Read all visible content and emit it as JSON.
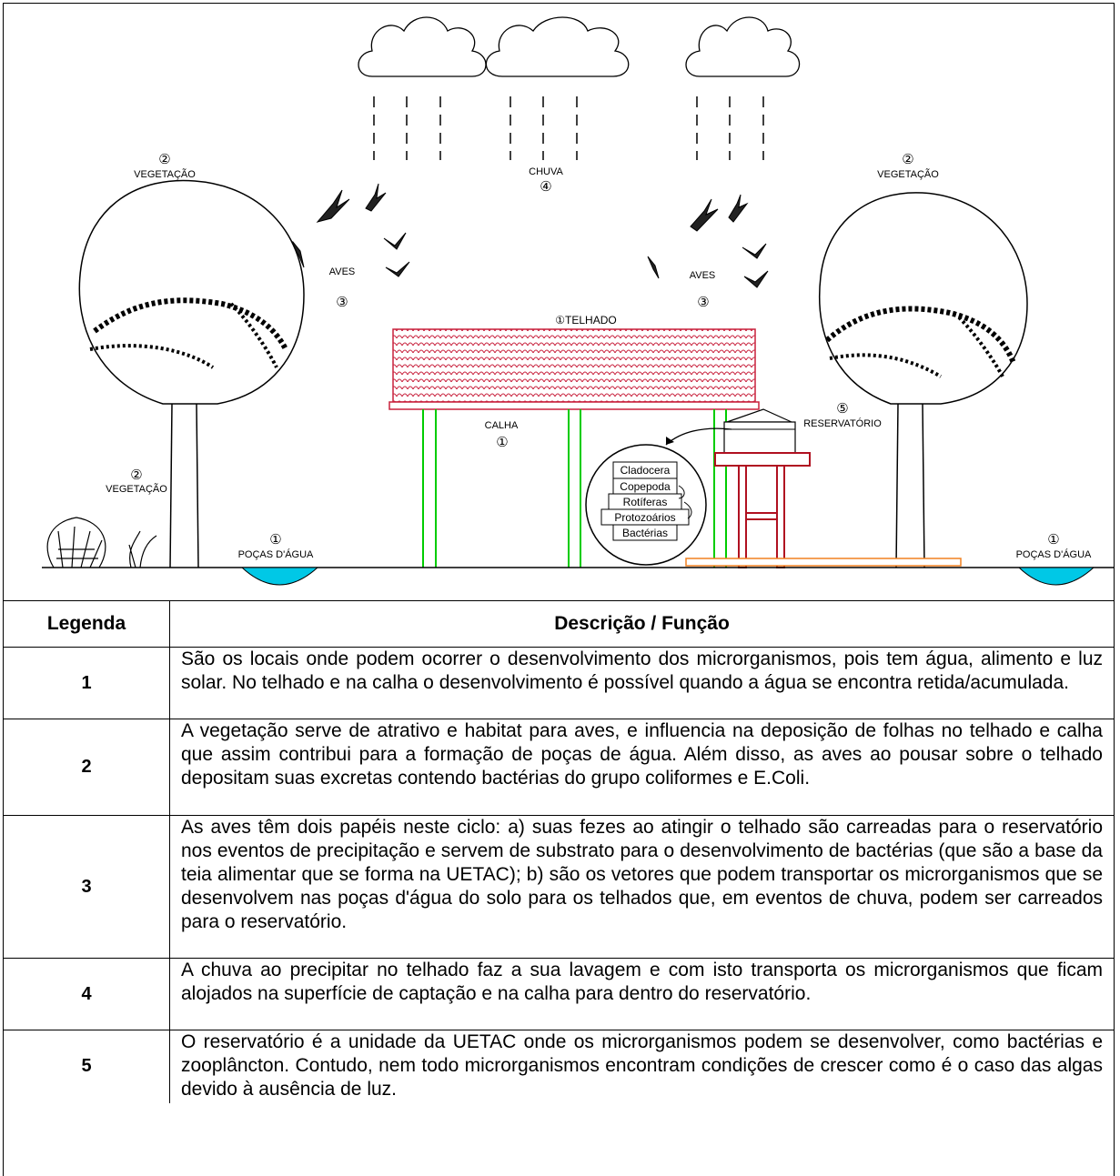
{
  "diagram": {
    "labels": {
      "vegetacao": "VEGETAÇÃO",
      "chuva": "CHUVA",
      "aves": "AVES",
      "telhado": "TELHADO",
      "calha": "CALHA",
      "reservatorio": "RESERVATÓRIO",
      "pocas": "POÇAS D'ÁGUA"
    },
    "markers": {
      "m1": "①",
      "m2": "②",
      "m3": "③",
      "m4": "④",
      "m5": "⑤"
    },
    "micro": [
      "Cladocera",
      "Copepoda",
      "Rotíferas",
      "Protozoários",
      "Bactérias"
    ],
    "colors": {
      "roof": "#c8203c",
      "gutter": "#00cc00",
      "water": "#00c8e6",
      "tower": "#b01020",
      "slab": "#f08020"
    }
  },
  "table": {
    "headers": {
      "legend": "Legenda",
      "desc": "Descrição / Função"
    },
    "rows": [
      {
        "num": "1",
        "text": "São os locais onde podem ocorrer o desenvolvimento dos microrganismos, pois tem água, alimento e luz solar. No telhado e na calha o desenvolvimento é possível quando a água se encontra retida/acumulada."
      },
      {
        "num": "2",
        "text": "A vegetação serve de atrativo e habitat para aves, e influencia na deposição de folhas no telhado e calha que assim contribui para a formação de poças de água. Além disso, as aves ao pousar sobre o telhado depositam suas excretas contendo bactérias do grupo coliformes e E.Coli."
      },
      {
        "num": "3",
        "text": "As aves têm dois papéis neste ciclo: a) suas fezes ao atingir o telhado são carreadas para o reservatório nos eventos de precipitação e servem de substrato para o desenvolvimento de bactérias (que são a base da teia alimentar que se forma na UETAC); b) são os vetores que podem transportar os microrganismos que se desenvolvem nas poças d'água do solo para os telhados que, em eventos de chuva, podem ser carreados para o reservatório."
      },
      {
        "num": "4",
        "text": "A chuva ao precipitar no telhado faz a sua lavagem e com isto transporta os microrganismos que ficam alojados na superfície de captação e na calha para dentro do reservatório."
      },
      {
        "num": "5",
        "text": "O reservatório é a unidade da UETAC onde os microrganismos podem se desenvolver, como bactérias e zooplâncton. Contudo, nem todo microrganismos encontram condições de crescer como é o caso das algas devido à ausência de luz."
      }
    ]
  }
}
